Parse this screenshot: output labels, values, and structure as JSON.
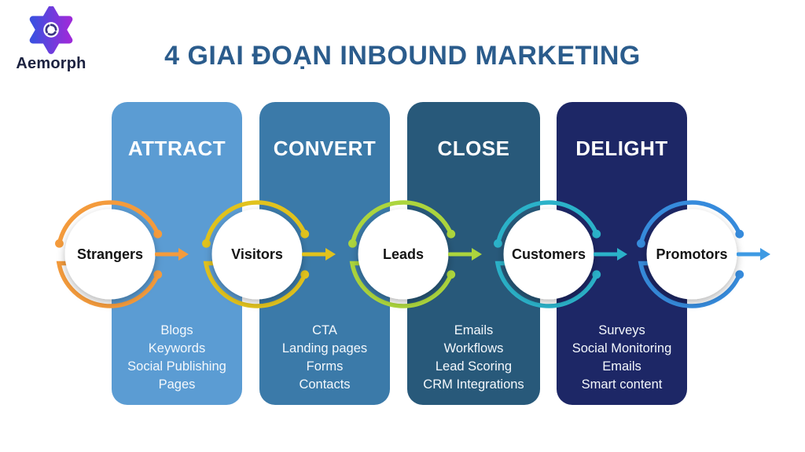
{
  "header": {
    "title": "4 GIAI ĐOẠN INBOUND MARKETING",
    "title_color": "#2B5C8C"
  },
  "logo": {
    "brand": "Aemorph",
    "gradient_start": "#3D4FE0",
    "gradient_end": "#9C2BD9"
  },
  "columns": [
    {
      "label": "ATTRACT",
      "color": "#5B9CD3",
      "items": [
        "Blogs",
        "Keywords",
        "Social Publishing",
        "Pages"
      ]
    },
    {
      "label": "CONVERT",
      "color": "#3B7AA9",
      "items": [
        "CTA",
        "Landing pages",
        "Forms",
        "Contacts"
      ]
    },
    {
      "label": "CLOSE",
      "color": "#28597A",
      "items": [
        "Emails",
        "Workflows",
        "Lead Scoring",
        "CRM Integrations"
      ]
    },
    {
      "label": "DELIGHT",
      "color": "#1D2766",
      "items": [
        "Surveys",
        "Social Monitoring",
        "Emails",
        "Smart content"
      ]
    }
  ],
  "funnel": {
    "circles": [
      {
        "label": "Strangers",
        "ring_color": "#F49B3C"
      },
      {
        "label": "Visitors",
        "ring_color": "#E1C21D"
      },
      {
        "label": "Leads",
        "ring_color": "#ACD53D"
      },
      {
        "label": "Customers",
        "ring_color": "#2BB2C9"
      },
      {
        "label": "Promotors",
        "ring_color": "#368BDC"
      }
    ],
    "arrows": [
      {
        "color": "#F49B3C"
      },
      {
        "color": "#E1C21D"
      },
      {
        "color": "#ACD53D"
      },
      {
        "color": "#2BB2C9"
      },
      {
        "color": "#3E9AE3"
      }
    ]
  }
}
